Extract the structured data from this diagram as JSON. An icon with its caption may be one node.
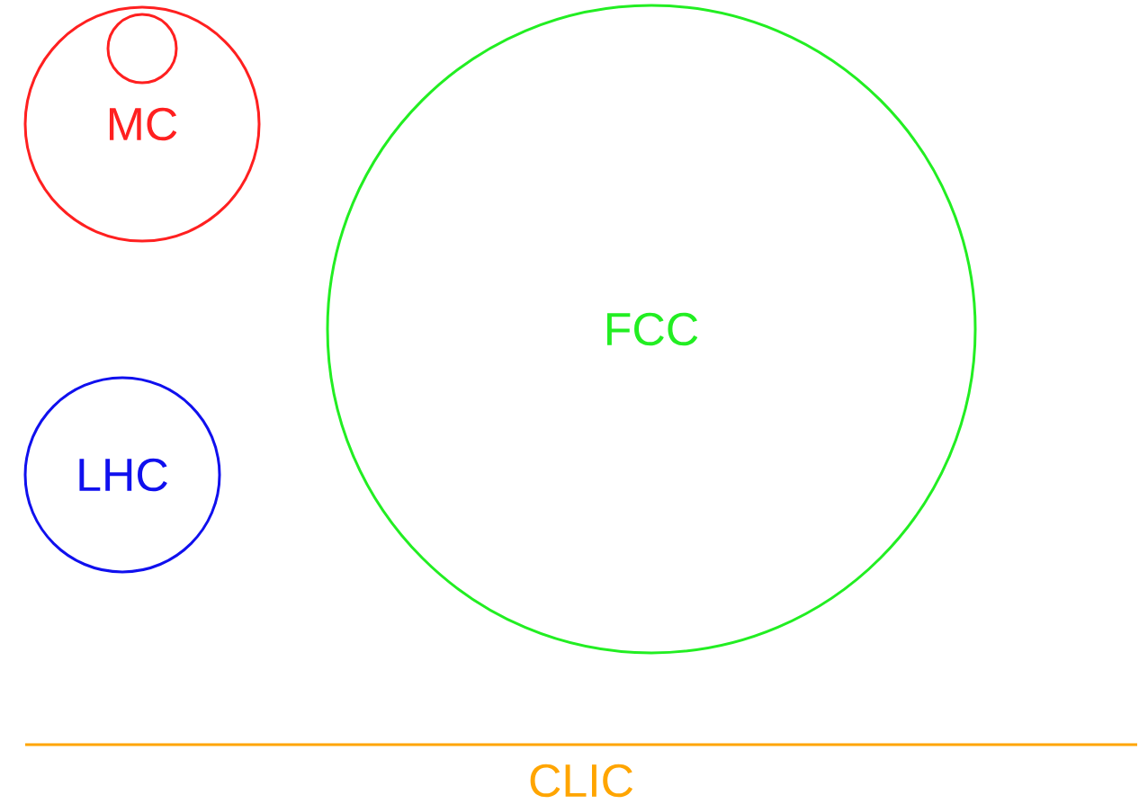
{
  "diagram": {
    "nodes": [
      {
        "text": [
          "MC"
        ]
      },
      {
        "text": [],
        "shape": "circle",
        "in": 0
      },
      {
        "text": [
          "FCC"
        ]
      },
      {
        "text": [
          "LHC"
        ]
      },
      {
        "text": [
          "CLIC"
        ]
      }
    ]
  }
}
